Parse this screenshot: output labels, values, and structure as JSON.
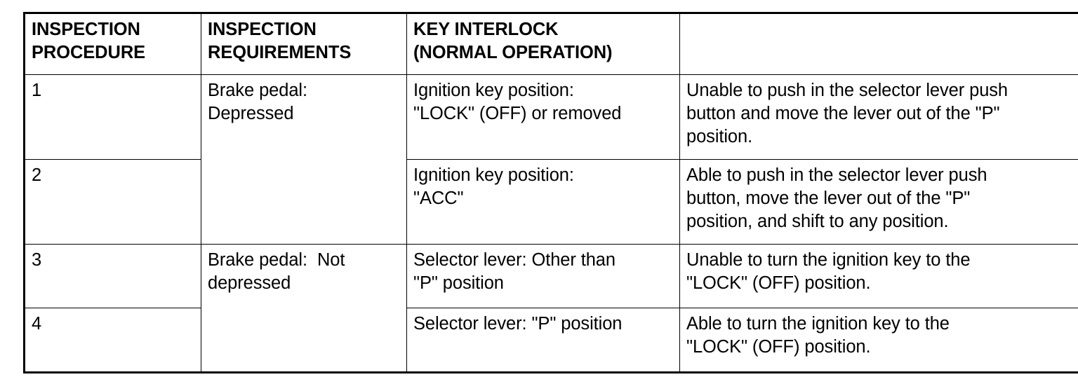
{
  "table": {
    "headers": {
      "procedure": [
        "INSPECTION",
        "PROCEDURE"
      ],
      "requirements": [
        "INSPECTION",
        "REQUIREMENTS"
      ],
      "key_interlock": [
        "KEY INTERLOCK",
        "(NORMAL OPERATION)"
      ]
    },
    "rows": [
      {
        "procedure": "1",
        "requirement": [
          "Brake pedal:",
          "Depressed"
        ],
        "key_condition": [
          "Ignition key position:",
          "\"LOCK\" (OFF) or removed"
        ],
        "result": [
          "Unable to push in the selector lever push",
          "button and move the lever out of the \"P\"",
          "position."
        ]
      },
      {
        "procedure": "2",
        "requirement": null,
        "key_condition": [
          "Ignition key position:",
          "\"ACC\""
        ],
        "result": [
          "Able to push in the selector lever push",
          "button, move the lever out of the \"P\"",
          "position, and shift to any position."
        ]
      },
      {
        "procedure": "3",
        "requirement": [
          "Brake pedal:  Not",
          "depressed"
        ],
        "key_condition": [
          "Selector lever: Other than",
          "\"P\" position"
        ],
        "result": [
          "Unable to turn the ignition key to the",
          "\"LOCK\" (OFF) position."
        ]
      },
      {
        "procedure": "4",
        "requirement": null,
        "key_condition": [
          "Selector lever: \"P\" position"
        ],
        "result": [
          "Able to turn the ignition key to the",
          "\"LOCK\" (OFF) position."
        ]
      }
    ]
  },
  "colors": {
    "border": "#000000",
    "background": "#ffffff",
    "text": "#000000"
  }
}
